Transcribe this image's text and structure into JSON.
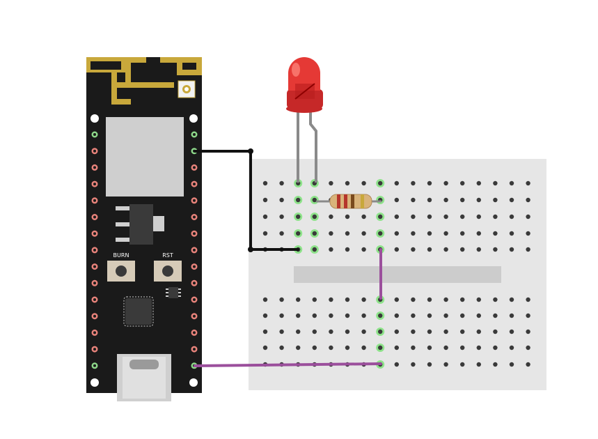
{
  "board": {
    "buttons": [
      {
        "label": "BURN"
      },
      {
        "label": "RST"
      }
    ],
    "colors": {
      "pcb": "#1a1a1a",
      "antenna": "#c8a83b",
      "pin_red": "#e8837b",
      "pin_green": "#8ed88a",
      "chip": "#cfcfcf"
    }
  },
  "led": {
    "color": "#e53935",
    "icon": "led-icon"
  },
  "resistor": {
    "icon": "resistor-icon",
    "bands": [
      "#b5352b",
      "#b5352b",
      "#7a4a1d",
      "#c8a83b"
    ]
  },
  "breadboard": {
    "color": "#e6e6e6",
    "hole_color": "#3a3a3a",
    "highlight_color": "#8ee38a"
  },
  "wires": [
    {
      "name": "wire-black",
      "color": "#111111"
    },
    {
      "name": "wire-purple",
      "color": "#9b4f9c"
    }
  ]
}
